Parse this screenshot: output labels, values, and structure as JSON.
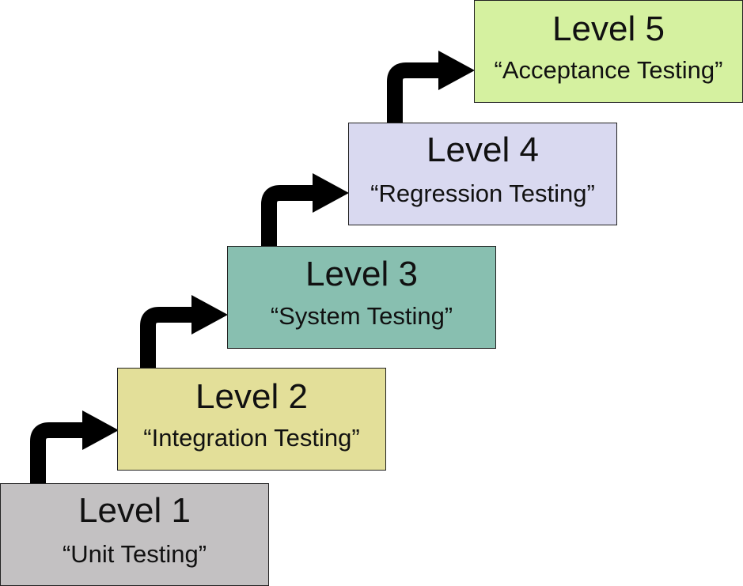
{
  "diagram": {
    "levels": [
      {
        "title": "Level 1",
        "subtitle": "“Unit Testing”",
        "color": "#c3c1c2"
      },
      {
        "title": "Level 2",
        "subtitle": "“Integration Testing”",
        "color": "#e3df99"
      },
      {
        "title": "Level 3",
        "subtitle": "“System Testing”",
        "color": "#88bfb0"
      },
      {
        "title": "Level 4",
        "subtitle": "“Regression Testing”",
        "color": "#d9d9f0"
      },
      {
        "title": "Level 5",
        "subtitle": "“Acceptance Testing”",
        "color": "#d5f1a0"
      }
    ],
    "arrow_color": "#000000"
  }
}
